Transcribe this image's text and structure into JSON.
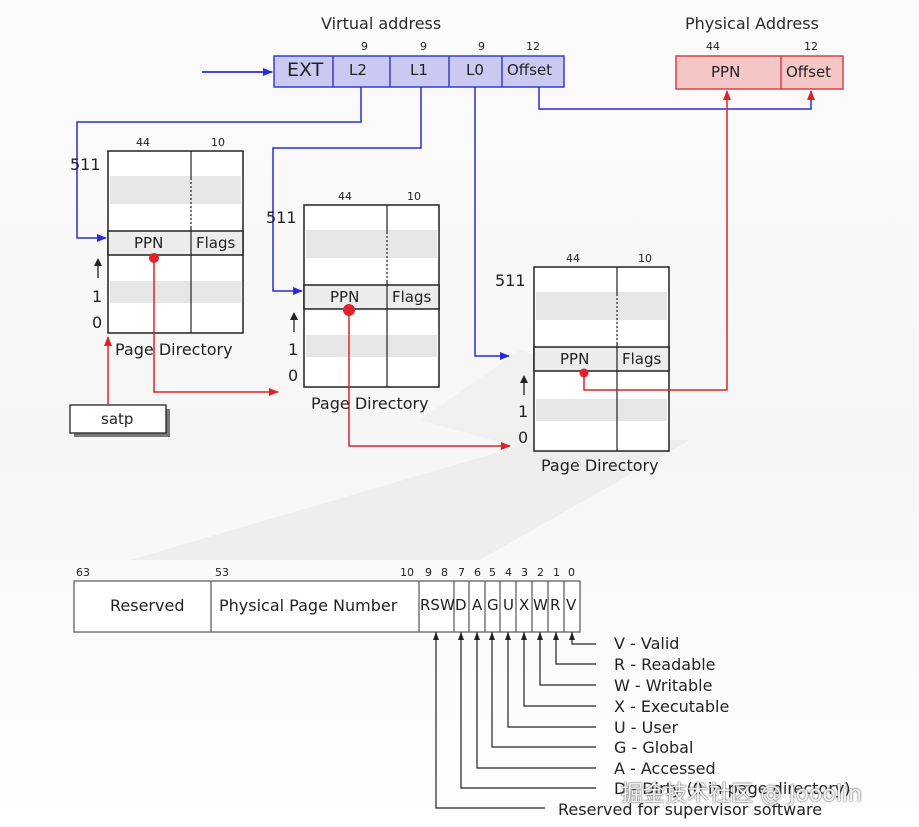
{
  "virtual_address": {
    "title": "Virtual address",
    "fields": [
      {
        "label": "EXT",
        "bits": ""
      },
      {
        "label": "L2",
        "bits": "9"
      },
      {
        "label": "L1",
        "bits": "9"
      },
      {
        "label": "L0",
        "bits": "9"
      },
      {
        "label": "Offset",
        "bits": "12"
      }
    ]
  },
  "physical_address": {
    "title": "Physical Address",
    "fields": [
      {
        "label": "PPN",
        "bits": "44"
      },
      {
        "label": "Offset",
        "bits": "12"
      }
    ]
  },
  "page_directories": [
    {
      "label": "Page Directory",
      "top_index": "511",
      "ppn_bits": "44",
      "flags_bits": "10",
      "ppn_label": "PPN",
      "flags_label": "Flags",
      "idx_1": "1",
      "idx_0": "0"
    },
    {
      "label": "Page Directory",
      "top_index": "511",
      "ppn_bits": "44",
      "flags_bits": "10",
      "ppn_label": "PPN",
      "flags_label": "Flags",
      "idx_1": "1",
      "idx_0": "0"
    },
    {
      "label": "Page Directory",
      "top_index": "511",
      "ppn_bits": "44",
      "flags_bits": "10",
      "ppn_label": "PPN",
      "flags_label": "Flags",
      "idx_1": "1",
      "idx_0": "0"
    }
  ],
  "satp": {
    "label": "satp"
  },
  "pte": {
    "fields": [
      {
        "label": "Reserved"
      },
      {
        "label": "Physical Page Number"
      },
      {
        "label": "RSW"
      },
      {
        "label": "D"
      },
      {
        "label": "A"
      },
      {
        "label": "G"
      },
      {
        "label": "U"
      },
      {
        "label": "X"
      },
      {
        "label": "W"
      },
      {
        "label": "R"
      },
      {
        "label": "V"
      }
    ],
    "bit_labels": [
      "63",
      "53",
      "10",
      "9",
      "8",
      "7",
      "6",
      "5",
      "4",
      "3",
      "2",
      "1",
      "0"
    ],
    "legend": [
      "V - Valid",
      "R  - Readable",
      "W - Writable",
      "X - Executable",
      "U - User",
      "G - Global",
      "A - Accessed",
      "D - Dirty (0 in page directory)",
      "Reserved for supervisor software"
    ]
  },
  "watermark": "掘金技术社区 @ Jooolin",
  "colors": {
    "virtual_fill": "#c9c9f2",
    "virtual_stroke": "#3b3bcc",
    "physical_fill": "#f5c6c6",
    "physical_stroke": "#d94040",
    "blue_arrow": "#2a2ad6",
    "red_arrow": "#e0202a"
  }
}
